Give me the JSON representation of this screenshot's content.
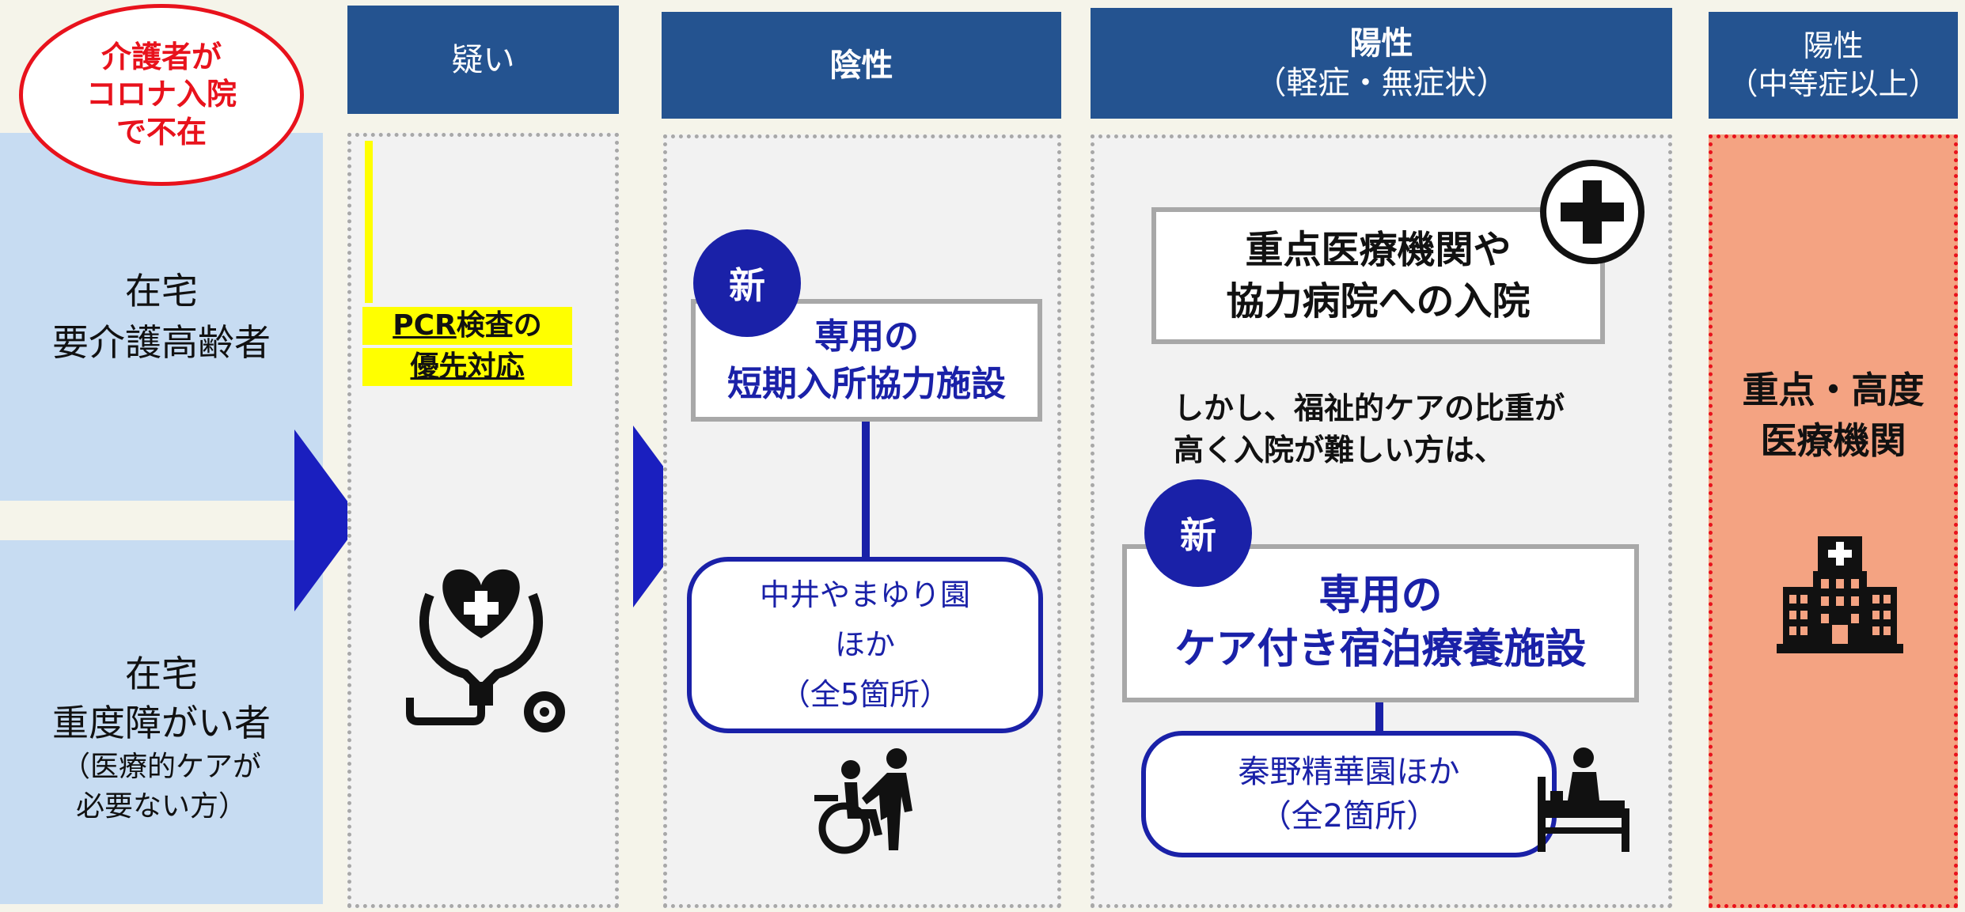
{
  "caregiver_badge": {
    "line1": "介護者が",
    "line2": "コロナ入院",
    "line3": "で不在",
    "color": "#e8121c"
  },
  "left": {
    "elderly": {
      "line1": "在宅",
      "line2": "要介護高齢者"
    },
    "disabled": {
      "line1": "在宅",
      "line2": "重度障がい者",
      "line3": "（医療的ケアが",
      "line4": "必要ない方）"
    }
  },
  "headers": {
    "suspected": "疑い",
    "negative": "陰性",
    "positive_mild": {
      "line1": "陽性",
      "line2": "（軽症・無症状）"
    },
    "positive_severe": {
      "line1": "陽性",
      "line2": "（中等症以上）"
    }
  },
  "suspected": {
    "pcr_prefix": "PCR",
    "pcr_rest": "検査の",
    "line2": "優先対応",
    "icon": "stethoscope-heart-icon"
  },
  "negative": {
    "new_badge": "新",
    "facility": {
      "line1": "専用の",
      "line2": "短期入所協力施設"
    },
    "sites": {
      "line1": "中井やまゆり園",
      "line2": "ほか",
      "line3": "（全5箇所）"
    },
    "icon": "wheelchair-caregiver-icon"
  },
  "positive_mild": {
    "hospital": {
      "line1": "重点医療機関や",
      "line2": "協力病院への入院"
    },
    "note": {
      "line1": "しかし、福祉的ケアの比重が",
      "line2": "高く入院が難しい方は、"
    },
    "new_badge": "新",
    "facility": {
      "line1": "専用の",
      "line2": "ケア付き宿泊療養施設"
    },
    "sites": {
      "line1": "秦野精華園ほか",
      "line2": "（全2箇所）"
    },
    "icons": [
      "medical-cross-icon",
      "patient-bed-icon"
    ]
  },
  "positive_severe": {
    "line1": "重点・高度",
    "line2": "医療機関",
    "icon": "hospital-building-icon",
    "panel_color": "#f4a382"
  },
  "colors": {
    "header": "#245390",
    "accent": "#1a21a8",
    "left_bg": "#c7dcf2",
    "highlight": "#ffff00"
  }
}
